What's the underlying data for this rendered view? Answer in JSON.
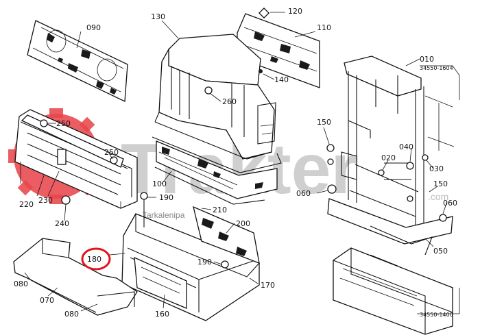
{
  "watermark": {
    "brand": "Trakter",
    "subtitle": "Tarkalenipa",
    "suffix": ".com",
    "logo_color": "#e8474c",
    "text_color": "#cfcfcf"
  },
  "highlight": {
    "part": "180",
    "color": "#e3141b"
  },
  "refs": {
    "top_right": "34550-1604",
    "bottom_right": "34550-1400"
  },
  "callouts": {
    "c010": "010",
    "c020": "020",
    "c030": "030",
    "c040": "040",
    "c050": "050",
    "c060a": "060",
    "c060b": "060",
    "c070": "070",
    "c080a": "080",
    "c080b": "080",
    "c090": "090",
    "c100": "100",
    "c110": "110",
    "c120": "120",
    "c130": "130",
    "c140": "140",
    "c150a": "150",
    "c150b": "150",
    "c160": "160",
    "c170": "170",
    "c180": "180",
    "c190a": "190",
    "c190b": "190",
    "c200": "200",
    "c210": "210",
    "c220": "220",
    "c230": "230",
    "c240": "240",
    "c250a": "250",
    "c250b": "250",
    "c260": "260"
  }
}
